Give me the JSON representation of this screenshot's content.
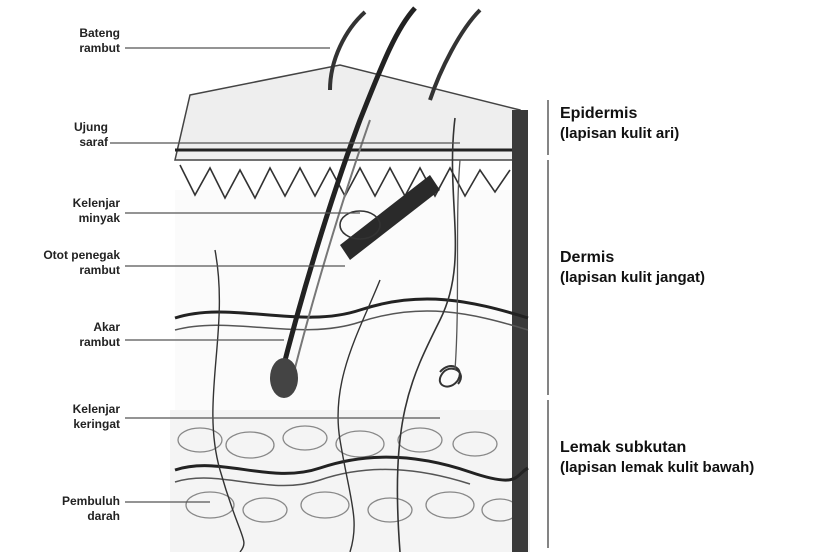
{
  "left_labels": [
    {
      "lines": [
        "Bateng",
        "rambut"
      ]
    },
    {
      "lines": [
        "Ujung",
        "saraf"
      ]
    },
    {
      "lines": [
        "Kelenjar",
        "minyak"
      ]
    },
    {
      "lines": [
        "Otot penegak",
        "rambut"
      ]
    },
    {
      "lines": [
        "Akar",
        "rambut"
      ]
    },
    {
      "lines": [
        "Kelenjar",
        "keringat"
      ]
    },
    {
      "lines": [
        "Pembuluh",
        "darah"
      ]
    }
  ],
  "layers": [
    {
      "name": "Epidermis",
      "desc": "(lapisan kulit ari)"
    },
    {
      "name": "Dermis",
      "desc": "(lapisan kulit jangat)"
    },
    {
      "name": "Lemak subkutan",
      "desc": "(lapisan lemak kulit bawah)"
    }
  ]
}
